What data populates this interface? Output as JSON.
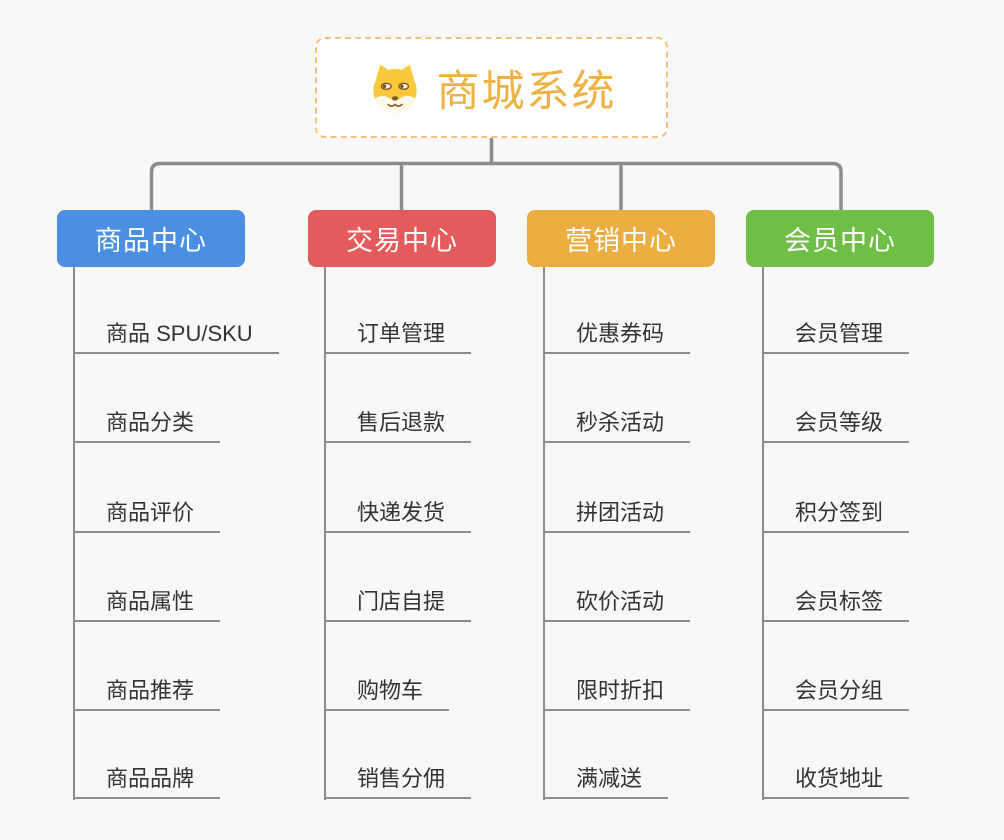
{
  "background": "#F8F8F8",
  "connector_color": "#8C8C8C",
  "root": {
    "title": "商城系统",
    "icon": "shiba-dog-icon",
    "text_color": "#EFB143",
    "border_color": "#F2C27E"
  },
  "branches": [
    {
      "label": "商品中心",
      "color": "#4A8FE2",
      "items": [
        "商品 SPU/SKU",
        "商品分类",
        "商品评价",
        "商品属性",
        "商品推荐",
        "商品品牌"
      ]
    },
    {
      "label": "交易中心",
      "color": "#E45B5B",
      "items": [
        "订单管理",
        "售后退款",
        "快递发货",
        "门店自提",
        "购物车",
        "销售分佣"
      ]
    },
    {
      "label": "营销中心",
      "color": "#EBAD40",
      "items": [
        "优惠券码",
        "秒杀活动",
        "拼团活动",
        "砍价活动",
        "限时折扣",
        "满减送"
      ]
    },
    {
      "label": "会员中心",
      "color": "#6FBE45",
      "items": [
        "会员管理",
        "会员等级",
        "积分签到",
        "会员标签",
        "会员分组",
        "收货地址"
      ]
    }
  ]
}
